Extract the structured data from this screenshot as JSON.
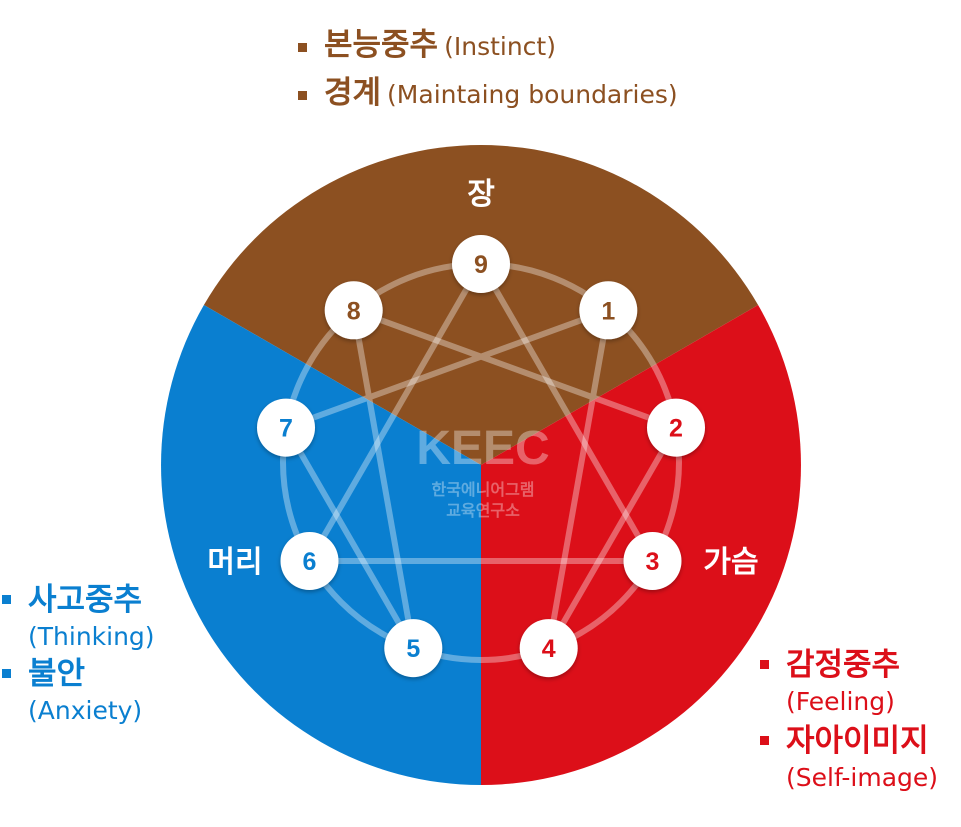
{
  "centers": {
    "gut": {
      "label": "장",
      "color": "#8c5021",
      "types": [
        "8",
        "9",
        "1"
      ]
    },
    "heart": {
      "label": "가슴",
      "color": "#dc0f19",
      "types": [
        "2",
        "3",
        "4"
      ]
    },
    "head": {
      "label": "머리",
      "color": "#0a7fd0",
      "types": [
        "5",
        "6",
        "7"
      ]
    }
  },
  "types": [
    "1",
    "2",
    "3",
    "4",
    "5",
    "6",
    "7",
    "8",
    "9"
  ],
  "logo": {
    "title": "KEEC",
    "line1": "한국에니어그램",
    "line2": "교육연구소"
  },
  "callouts": {
    "top": [
      {
        "ko": "본능중추",
        "en": "(Instinct)"
      },
      {
        "ko": "경계",
        "en": "(Maintaing boundaries)"
      }
    ],
    "left": [
      {
        "ko": "사고중추",
        "en": "(Thinking)"
      },
      {
        "ko": "불안",
        "en": "(Anxiety)"
      }
    ],
    "right": [
      {
        "ko": "감정중추",
        "en": "(Feeling)"
      },
      {
        "ko": "자아이미지",
        "en": "(Self-image)"
      }
    ]
  }
}
